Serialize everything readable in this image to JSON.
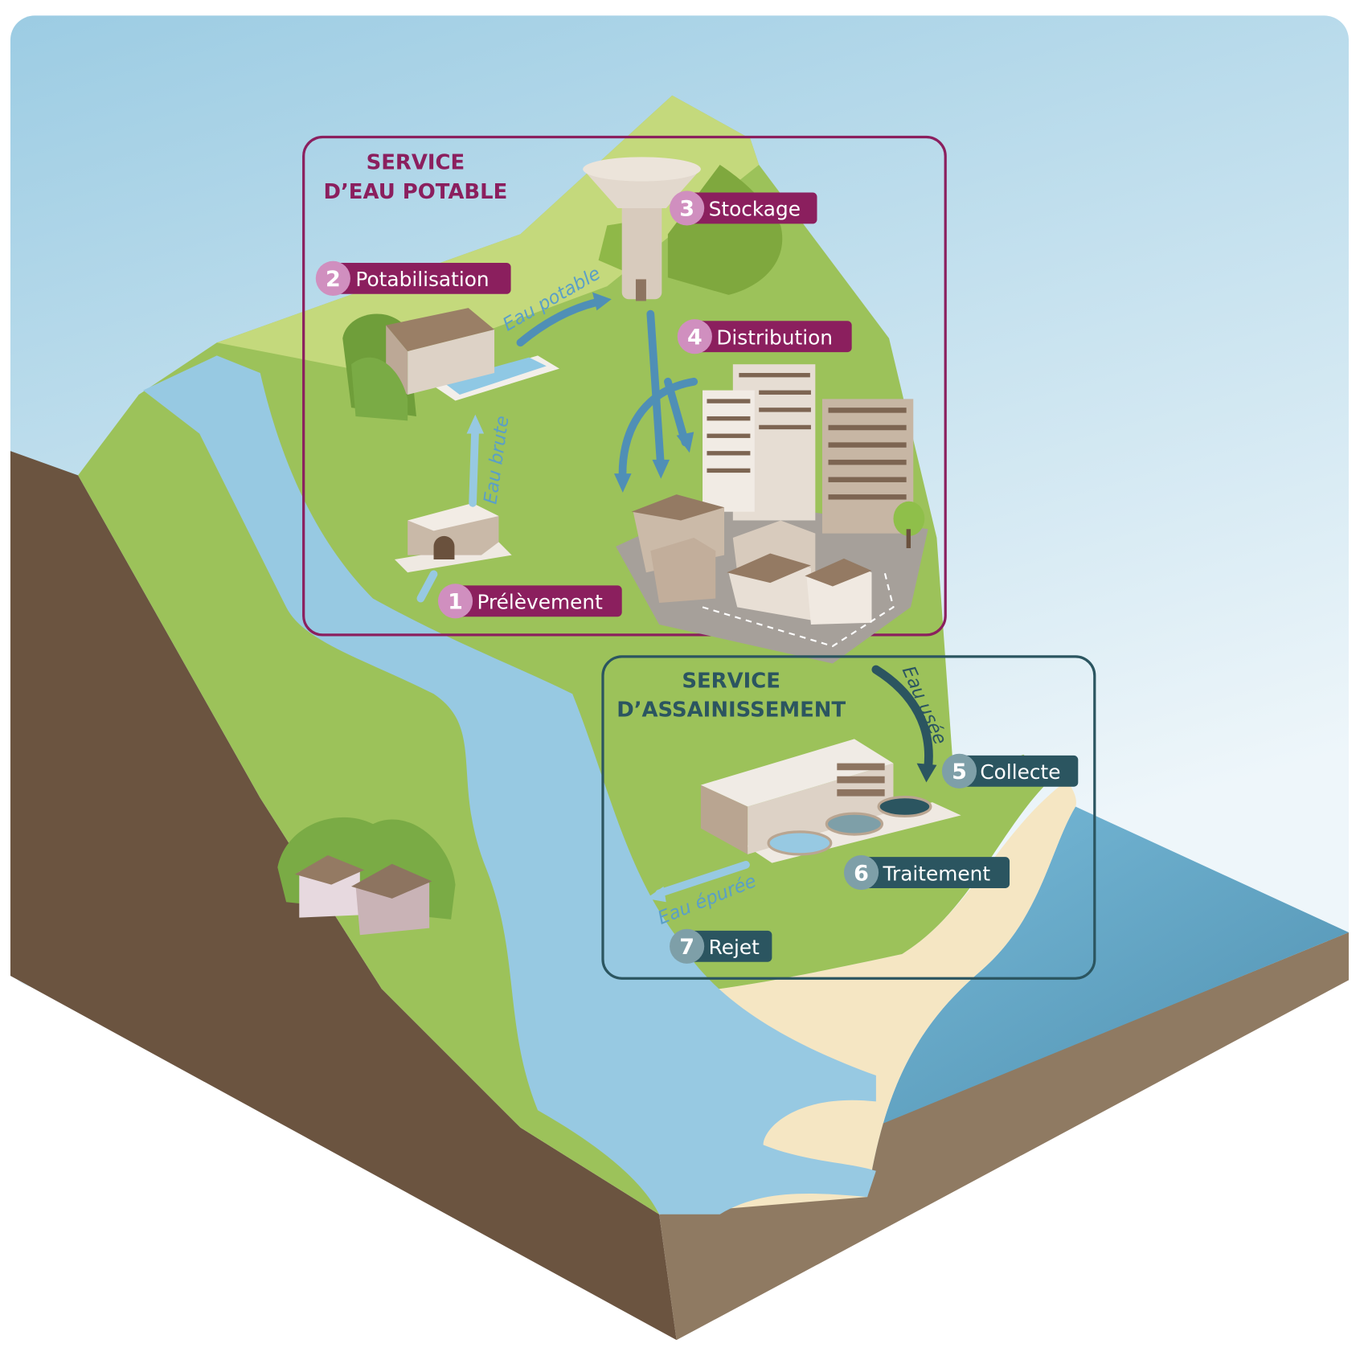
{
  "colors": {
    "potable": "#8b1f5e",
    "potable_circle": "#d08fbf",
    "sanitation": "#2b5560",
    "sanitation_circle": "#7e9fa8",
    "flow_light": "#5a9fc8",
    "flow_dark": "#2b5560"
  },
  "potable_service": {
    "title_line1": "SERVICE",
    "title_line2": "D’EAU POTABLE",
    "steps": [
      {
        "number": "1",
        "label": "Prélèvement"
      },
      {
        "number": "2",
        "label": "Potabilisation"
      },
      {
        "number": "3",
        "label": "Stockage"
      },
      {
        "number": "4",
        "label": "Distribution"
      }
    ],
    "flows": {
      "raw": "Eau brute",
      "potable": "Eau potable"
    }
  },
  "sanitation_service": {
    "title_line1": "SERVICE",
    "title_line2": "D’ASSAINISSEMENT",
    "steps": [
      {
        "number": "5",
        "label": "Collecte"
      },
      {
        "number": "6",
        "label": "Traitement"
      },
      {
        "number": "7",
        "label": "Rejet"
      }
    ],
    "flows": {
      "used": "Eau usée",
      "treated": "Eau épurée"
    }
  }
}
